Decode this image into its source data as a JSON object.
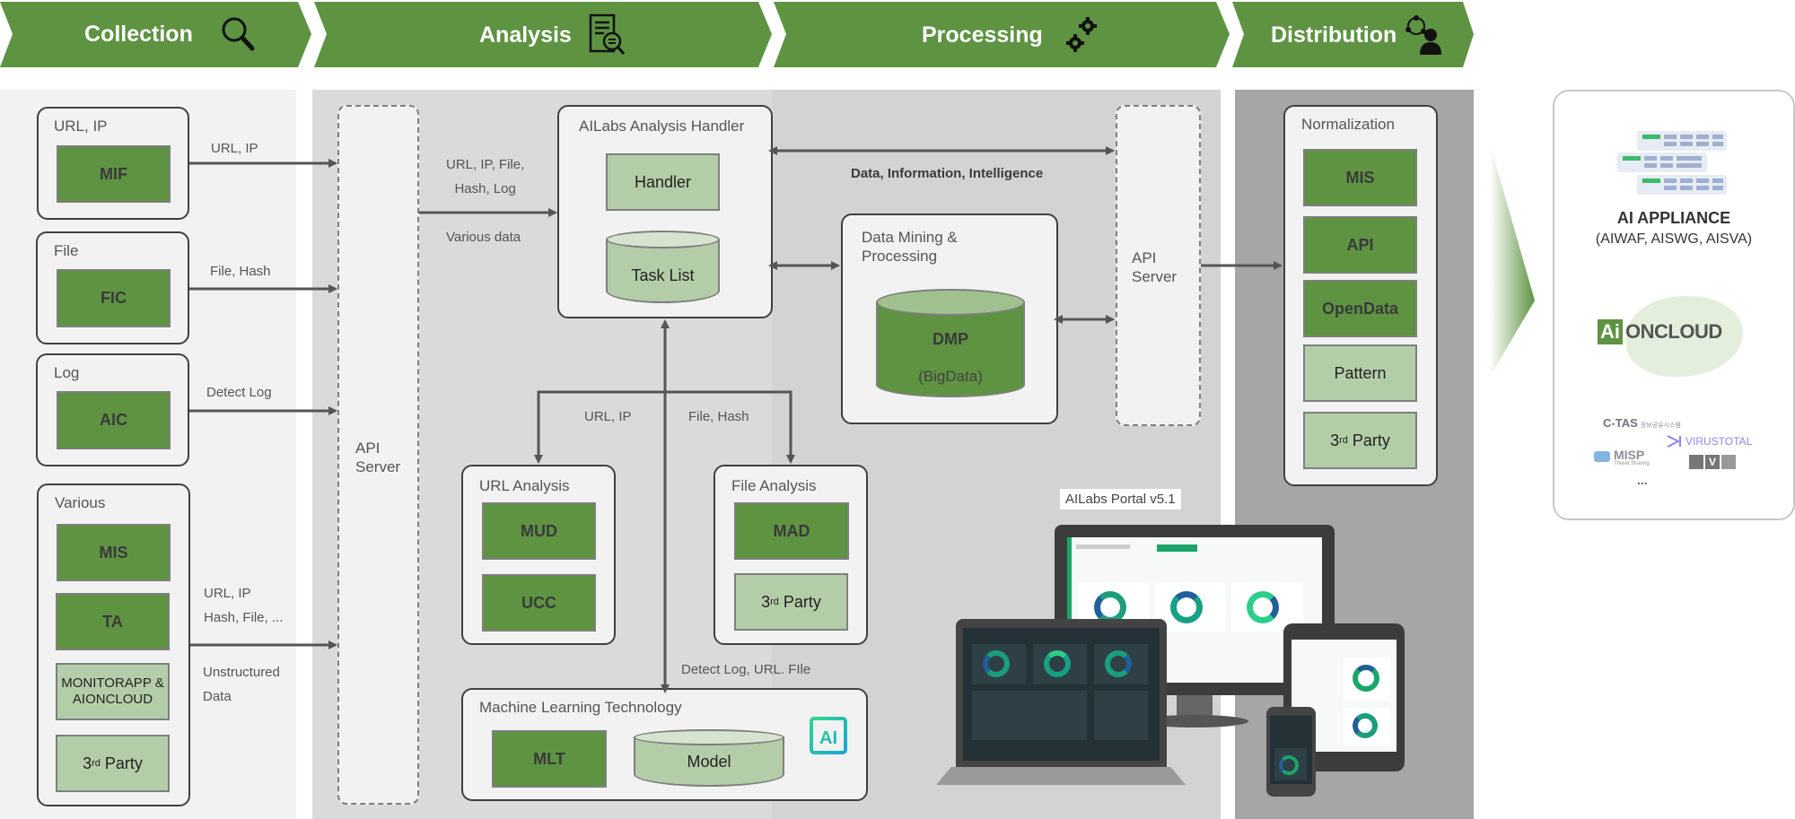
{
  "header": {
    "stages": [
      {
        "label": "Collection",
        "icon": "magnifier-icon"
      },
      {
        "label": "Analysis",
        "icon": "document-search-icon"
      },
      {
        "label": "Processing",
        "icon": "gears-icon"
      },
      {
        "label": "Distribution",
        "icon": "network-user-icon"
      }
    ],
    "color": "#5e9342"
  },
  "collection": {
    "groups": [
      {
        "title": "URL, IP",
        "modules": [
          "MIF"
        ],
        "flow": "URL, IP"
      },
      {
        "title": "File",
        "modules": [
          "FIC"
        ],
        "flow": "File, Hash"
      },
      {
        "title": "Log",
        "modules": [
          "AIC"
        ],
        "flow": "Detect Log"
      },
      {
        "title": "Various",
        "modules": [
          "MIS",
          "TA",
          "MONITORAPP & AIONCLOUD",
          "3rd Party"
        ],
        "flow_top": [
          "URL, IP",
          "Hash, File, ..."
        ],
        "flow_bottom": [
          "Unstructured",
          "Data"
        ]
      }
    ],
    "third_party": {
      "prefix": "3",
      "sup": "rd",
      "rest": " Party"
    }
  },
  "analysis": {
    "api_server": [
      "API",
      "Server"
    ],
    "input_flow_top": [
      "URL, IP, File,",
      "Hash, Log"
    ],
    "input_flow_bottom": "Various data",
    "handler_group": {
      "title": "AILabs Analysis Handler",
      "handler": "Handler",
      "task_list": "Task List"
    },
    "url_flow": "URL, IP",
    "file_flow": "File, Hash",
    "url_analysis": {
      "title": "URL Analysis",
      "modules": [
        "MUD",
        "UCC"
      ]
    },
    "file_analysis": {
      "title": "File Analysis",
      "modules": [
        "MAD",
        "3rd Party"
      ]
    },
    "ml_flow": "Detect Log, URL. FIle",
    "ml_group": {
      "title": "Machine Learning Technology",
      "mlt": "MLT",
      "model": "Model",
      "badge": "AI"
    }
  },
  "processing": {
    "top_flow": "Data, Information, Intelligence",
    "dmp_group": {
      "title_lines": [
        "Data Mining &",
        "Processing"
      ],
      "dmp": "DMP",
      "dmp_sub": "(BigData)"
    },
    "api_server": [
      "API",
      "Server"
    ],
    "portal_label": "AILabs Portal v5.1"
  },
  "distribution": {
    "normalization": {
      "title": "Normalization",
      "modules": [
        "MIS",
        "API",
        "OpenData",
        "Pattern",
        "3rd Party"
      ]
    }
  },
  "output": {
    "appliance_title": "AI APPLIANCE",
    "appliance_sub": "(AIWAF, AISWG, AISVA)",
    "cloud_logo_mark": "Ai",
    "cloud_logo_text": "ONCLOUD",
    "partners": {
      "ctas": "C-TAS",
      "ctas_sub": "정보공유시스템",
      "virustotal": "VIRUSTOTAL",
      "misp": "MISP",
      "misp_sub": "Threat Sharing",
      "more": "..."
    }
  }
}
